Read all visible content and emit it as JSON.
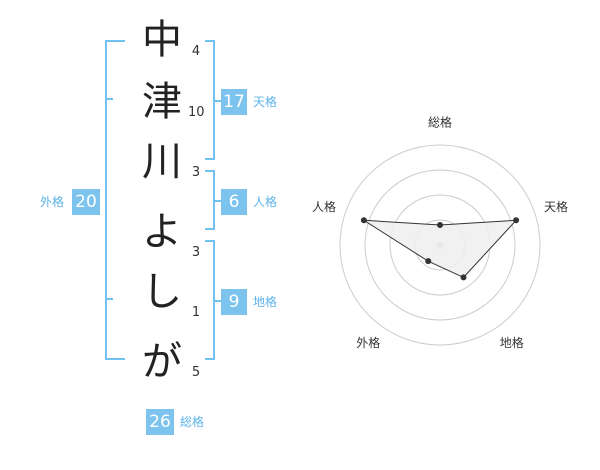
{
  "name_chars": [
    {
      "char": "中",
      "strokes": "4"
    },
    {
      "char": "津",
      "strokes": "10"
    },
    {
      "char": "川",
      "strokes": "3"
    },
    {
      "char": "よ",
      "strokes": "3"
    },
    {
      "char": "し",
      "strokes": "1"
    },
    {
      "char": "が",
      "strokes": "5"
    }
  ],
  "kaku": {
    "tenkaku": {
      "value": "17",
      "label": "天格"
    },
    "jinkaku": {
      "value": "6",
      "label": "人格"
    },
    "chikaku": {
      "value": "9",
      "label": "地格"
    },
    "gaikaku": {
      "value": "20",
      "label": "外格"
    },
    "soukaku": {
      "value": "26",
      "label": "総格"
    }
  },
  "chart_data": {
    "type": "radar",
    "axes": [
      "総格",
      "天格",
      "地格",
      "外格",
      "人格"
    ],
    "values": [
      1,
      4,
      2,
      1,
      4
    ],
    "max": 5,
    "rings": 4,
    "colors": {
      "line": "#333333",
      "fill": "#efefef",
      "grid": "#cccccc",
      "point": "#333333",
      "center": "#cfcfcf"
    }
  },
  "colors": {
    "bracket": "#74c0f0",
    "badge": "#7cc4ee",
    "label": "#5eb3ea"
  }
}
